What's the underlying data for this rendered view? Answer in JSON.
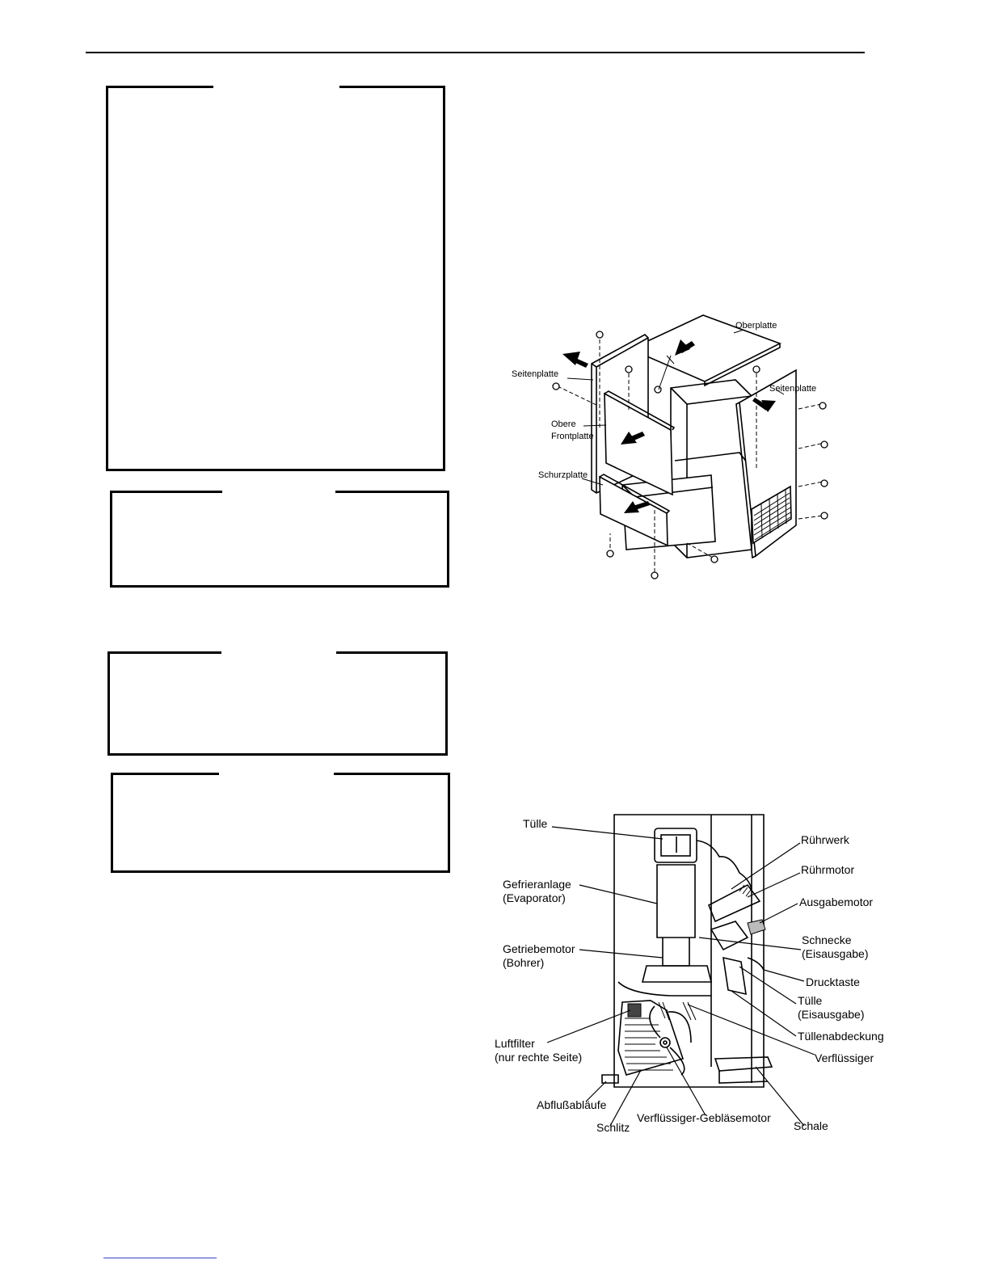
{
  "top_diagram": {
    "labels": {
      "oberplatte": "Oberplatte",
      "seitenplatte_left": "Seitenplatte",
      "seitenplatte_right": "Seitenplatte",
      "obere_frontplatte_1": "Obere",
      "obere_frontplatte_2": "Frontplatte",
      "schurzplatte": "Schurzplatte"
    }
  },
  "bottom_diagram": {
    "labels": {
      "tuelle_top": "Tülle",
      "gefrieranlage_1": "Gefrieranlage",
      "gefrieranlage_2": "(Evaporator)",
      "getriebemotor_1": "Getriebemotor",
      "getriebemotor_2": "(Bohrer)",
      "luftfilter_1": "Luftfilter",
      "luftfilter_2": "(nur rechte Seite)",
      "abflussablaeufe": "Abflußabläufe",
      "schlitz": "Schlitz",
      "geblaesemotor": "Verflüssiger-Gebläsemotor",
      "schale": "Schale",
      "ruehrwerk": "Rührwerk",
      "ruehrmotor": "Rührmotor",
      "ausgabemotor": "Ausgabemotor",
      "schnecke_1": "Schnecke",
      "schnecke_2": "(Eisausgabe)",
      "drucktaste": "Drucktaste",
      "tuelle_right_1": "Tülle",
      "tuelle_right_2": "(Eisausgabe)",
      "tuellenabdeckung": "Tüllenabdeckung",
      "verfluessiger": "Verflüssiger"
    }
  }
}
